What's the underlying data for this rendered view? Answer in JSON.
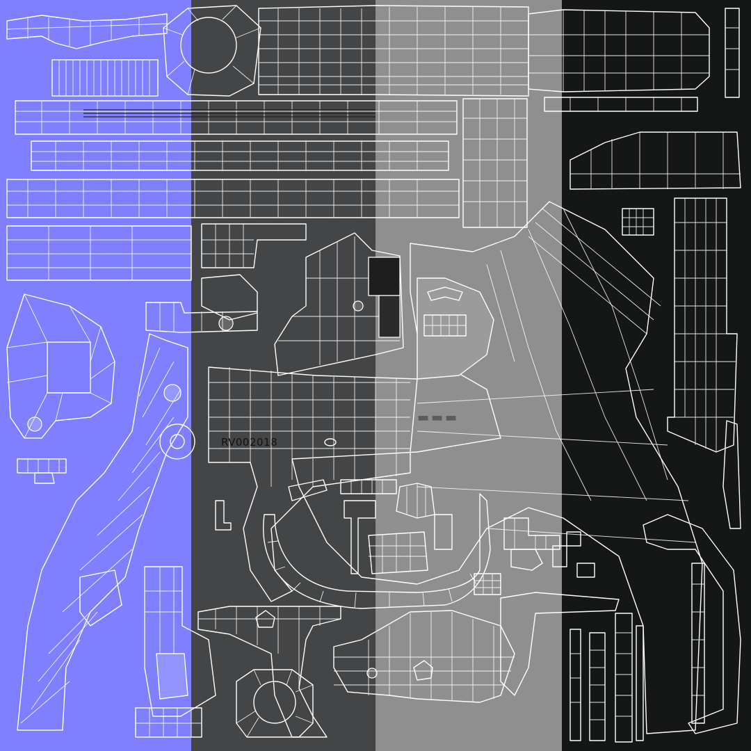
{
  "texture": {
    "serial_marking": "RV002018",
    "bands": [
      {
        "name": "normal-map-band",
        "color": "#7f80ff"
      },
      {
        "name": "dark-gray-band",
        "color": "#444546"
      },
      {
        "name": "mid-gray-band",
        "color": "#8e8e8e"
      },
      {
        "name": "light-gray-band",
        "color": "#9b9b9b"
      },
      {
        "name": "black-band",
        "color": "#141615"
      }
    ]
  }
}
